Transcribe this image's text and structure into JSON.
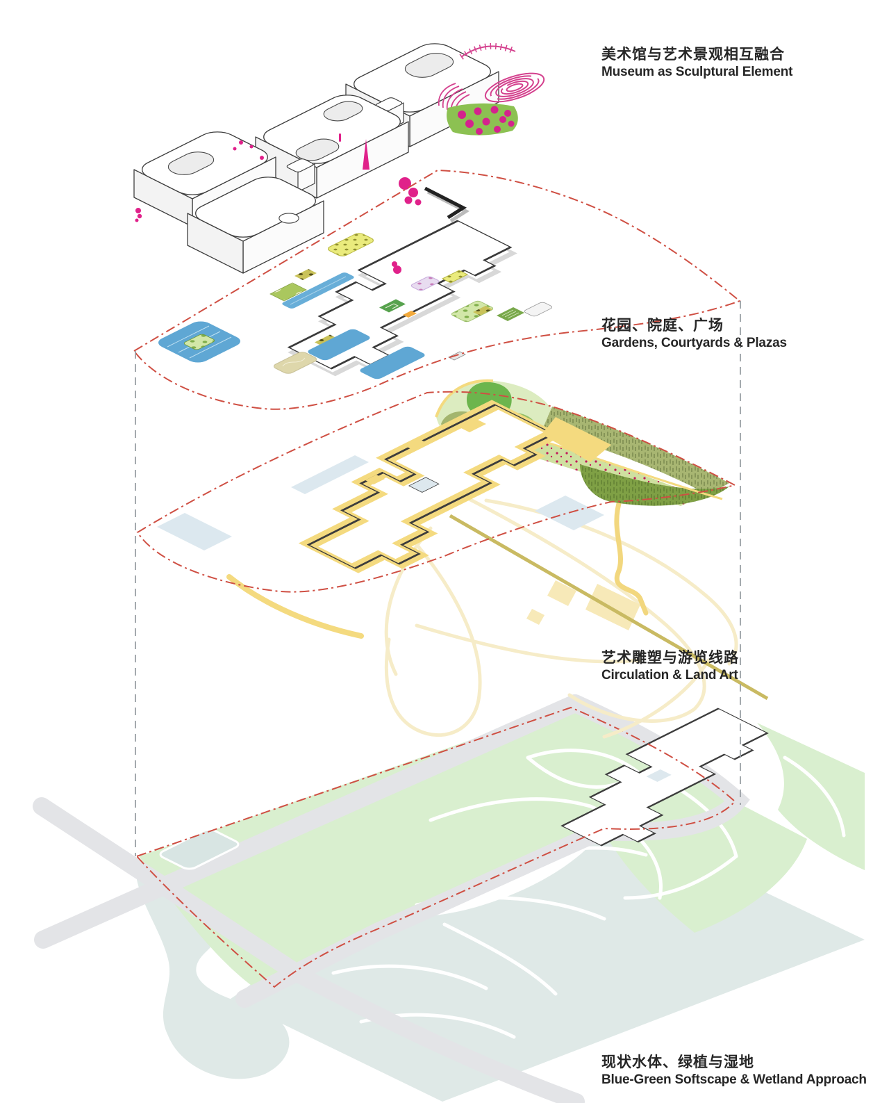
{
  "diagram": {
    "layers": [
      {
        "id": "museum",
        "zh": "美术馆与艺术景观相互融合",
        "en": "Museum as Sculptural Element"
      },
      {
        "id": "gardens",
        "zh": "花园、院庭、广场",
        "en": "Gardens, Courtyards & Plazas"
      },
      {
        "id": "circulation",
        "zh": "艺术雕塑与游览线路",
        "en": "Circulation & Land Art"
      },
      {
        "id": "wetland",
        "zh": "现状水体、绿植与湿地",
        "en": "Blue-Green Softscape & Wetland Approach"
      }
    ],
    "colors": {
      "accent_magenta": "#e0218a",
      "boundary_red": "#cf4f43",
      "circulation_yellow": "#f4da7f",
      "water_blue": "#5fa7d4",
      "pale_water": "#dce8ef",
      "softscape_green": "#d9efcf",
      "landart_green": "#8cc152",
      "road_gray": "#e3e4e7",
      "outline_dark": "#3a3a3a",
      "text_dark": "#262626"
    }
  }
}
